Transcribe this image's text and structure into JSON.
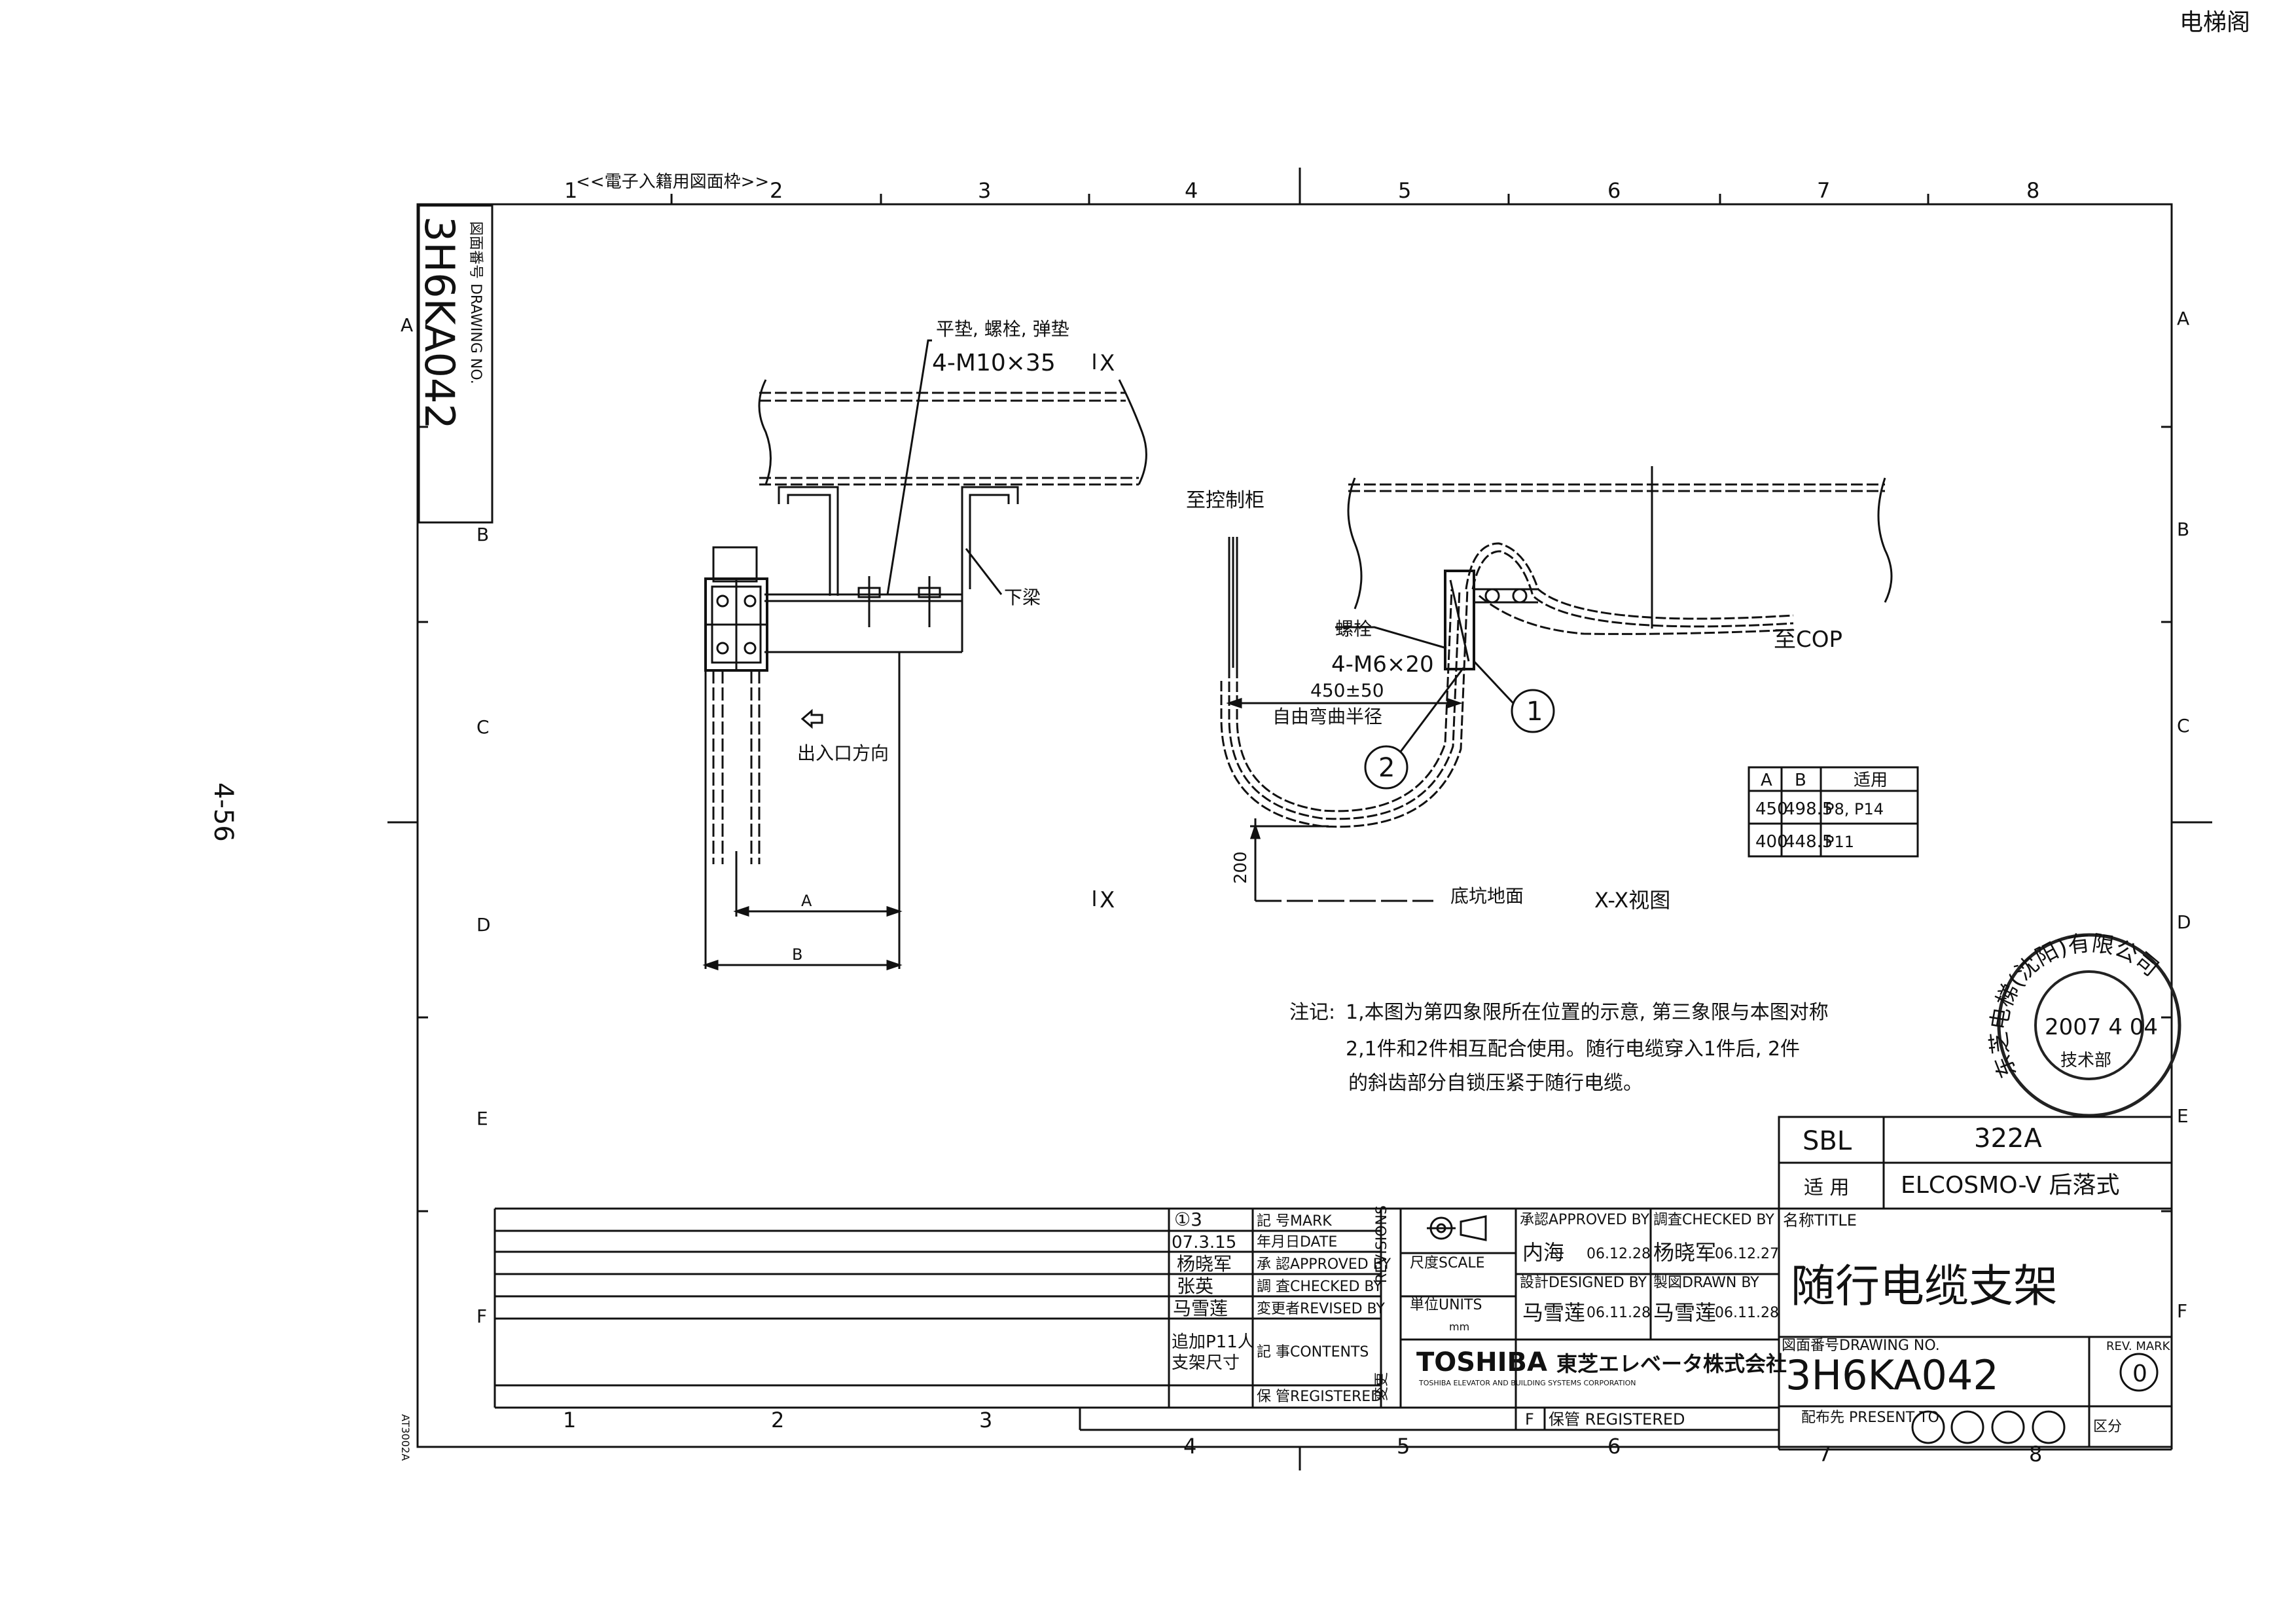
{
  "watermark": "电梯阁",
  "page_number": "4-56",
  "side_code": "AT3002A",
  "frame": {
    "top_note": "<<電子入籍用図面枠>>",
    "col_numbers": [
      "1",
      "2",
      "3",
      "4",
      "5",
      "6",
      "7",
      "8"
    ],
    "row_letters": [
      "A",
      "B",
      "C",
      "D",
      "E",
      "F"
    ],
    "drawing_no_label": "図面番号 DRAWING NO.",
    "drawing_no": "3H6KA042"
  },
  "left_view": {
    "washer_note": "平垫, 螺栓, 弹垫",
    "bolt_spec": "4-M10×35",
    "section_mark": "X",
    "beam_label": "下梁",
    "direction_label": "出入口方向",
    "dim_a": "A",
    "dim_b": "B"
  },
  "right_view": {
    "to_control": "至控制柜",
    "bolt_label": "螺栓",
    "bolt_spec": "4-M6×20",
    "radius_dim": "450±50",
    "radius_label": "自由弯曲半径",
    "to_cop": "至COP",
    "part1": "1",
    "part2": "2",
    "height_dim": "200",
    "pit_floor": "底坑地面",
    "view_name": "X-X视图"
  },
  "dim_table": {
    "headers": [
      "A",
      "B",
      "适用"
    ],
    "rows": [
      [
        "450",
        "498.5",
        "P8, P14"
      ],
      [
        "400",
        "448.5",
        "P11"
      ]
    ]
  },
  "notes": {
    "prefix": "注记:",
    "line1": "1,本图为第四象限所在位置的示意, 第三象限与本图对称",
    "line2": "2,1件和2件相互配合使用。随行电缆穿入1件后, 2件",
    "line3": "的斜齿部分自锁压紧于随行电缆。"
  },
  "stamp": {
    "ring_text": "东芝电梯(沈阳)有限公司",
    "date": "2007 4 04",
    "dept": "技术部"
  },
  "title_block": {
    "sbl_label": "SBL",
    "sbl_value": "322A",
    "apply_label": "适 用",
    "apply_value": "ELCOSMO-V 后落式",
    "title_label": "名称TITLE",
    "title": "随行电缆支架",
    "drawing_no_label": "図面番号DRAWING NO.",
    "drawing_no": "3H6KA042",
    "rev_label": "REV. MARK",
    "rev_value": "0",
    "present_label": "配布先 PRESENT TO",
    "kubun": "区分",
    "scale_label": "尺度SCALE",
    "units_label": "単位UNITS",
    "units_value": "mm",
    "approved_label": "承認APPROVED BY",
    "approved_name": "内海",
    "approved_date": "06.12.28",
    "checked_label": "調査CHECKED BY",
    "checked_name": "杨晓军",
    "checked_date": "06.12.27",
    "designed_label": "設計DESIGNED BY",
    "designed_name": "马雪莲",
    "designed_date": "06.11.28",
    "drawn_label": "製図DRAWN BY",
    "drawn_name": "马雪莲",
    "drawn_date": "06.11.28",
    "company_brand": "TOSHIBA",
    "company_jp": "東芝エレベータ株式会社",
    "company_en": "TOSHIBA ELEVATOR AND BUILDING SYSTEMS CORPORATION",
    "storage_label": "保管 REGISTERED",
    "storage_mark": "F"
  },
  "revisions": {
    "vertical_label": "REVISIONS",
    "side_label": "変更",
    "mark_label": "記 号MARK",
    "date_label": "年月日DATE",
    "approved_label": "承 認APPROVED BY",
    "checked_label": "調 査CHECKED BY",
    "revised_label": "変更者REVISED BY",
    "contents_label": "記 事CONTENTS",
    "registered_label": "保 管REGISTERED",
    "mark": "①3",
    "date": "07.3.15",
    "approved": "杨晓军",
    "checked": "张英",
    "revised": "马雪莲",
    "contents_1": "追加P11人",
    "contents_2": "支架尺寸"
  }
}
